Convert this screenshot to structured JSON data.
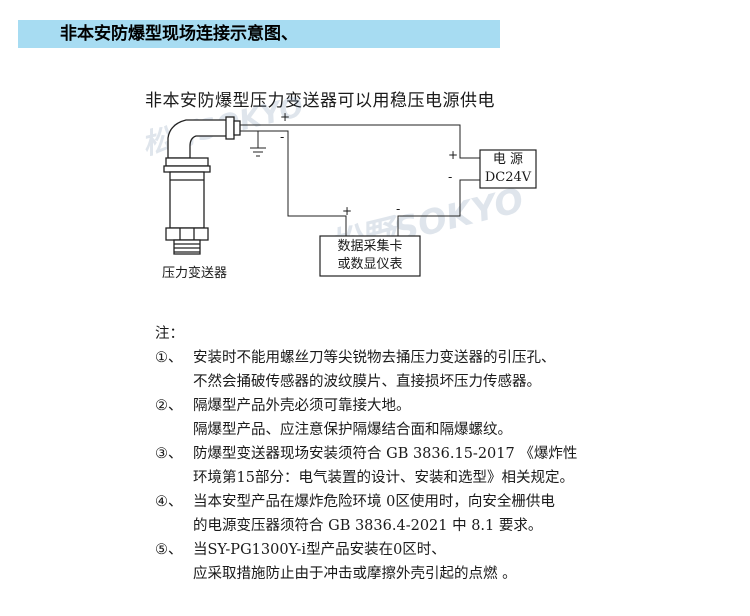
{
  "header": {
    "title": "非本安防爆型现场连接示意图、"
  },
  "diagram": {
    "title": "非本安防爆型压力变送器可以用稳压电源供电",
    "power_box": {
      "line1": "电  源",
      "line2": "DC24V"
    },
    "daq_box": {
      "line1": "数据采集卡",
      "line2": "或数显仪表"
    },
    "sensor_label": "压力变送器",
    "plus": "+",
    "minus": "-",
    "watermark": "松野SOKYO"
  },
  "notes": {
    "heading": "注：",
    "items": [
      {
        "num": "①、",
        "lines": [
          "安装时不能用螺丝刀等尖锐物去捅压力变送器的引压孔、",
          "不然会捅破传感器的波纹膜片、直接损坏压力传感器。"
        ]
      },
      {
        "num": "②、",
        "lines": [
          "隔爆型产品外壳必须可靠接大地。",
          "隔爆型产品、应注意保护隔爆结合面和隔爆螺纹。"
        ]
      },
      {
        "num": "③、",
        "lines": [
          "防爆型变送器现场安装须符合 GB 3836.15-2017 《爆炸性",
          "环境第15部分：电气装置的设计、安装和选型》相关规定。"
        ]
      },
      {
        "num": "④、",
        "lines": [
          "当本安型产品在爆炸危险环境 0区使用时，向安全栅供电",
          "的电源变压器须符合 GB 3836.4-2021 中 8.1 要求。"
        ]
      },
      {
        "num": "⑤、",
        "lines": [
          "当SY-PG1300Y-i型产品安装在0区时、",
          "应采取措施防止由于冲击或摩擦外壳引起的点燃 。"
        ]
      }
    ]
  }
}
